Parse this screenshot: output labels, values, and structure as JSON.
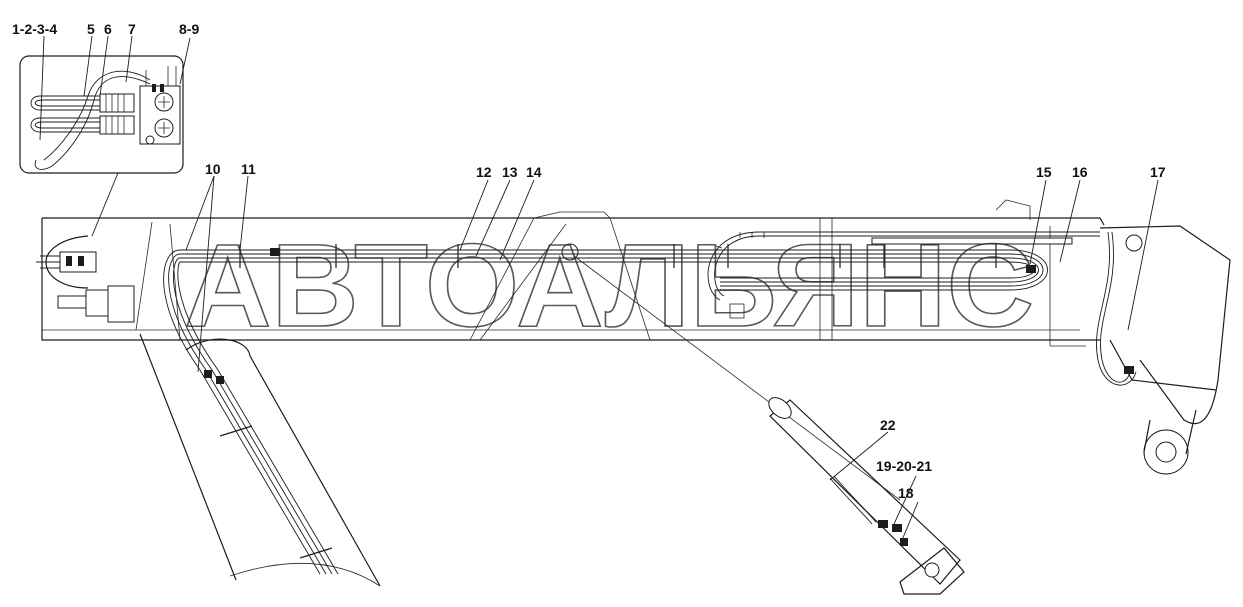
{
  "watermark": "АВТОАЛЬЯНС",
  "callouts": [
    {
      "id": "c-1-2-3-4",
      "text": "1-2-3-4"
    },
    {
      "id": "c-5",
      "text": "5"
    },
    {
      "id": "c-6",
      "text": "6"
    },
    {
      "id": "c-7",
      "text": "7"
    },
    {
      "id": "c-8-9",
      "text": "8-9"
    },
    {
      "id": "c-10",
      "text": "10"
    },
    {
      "id": "c-11",
      "text": "11"
    },
    {
      "id": "c-12",
      "text": "12"
    },
    {
      "id": "c-13",
      "text": "13"
    },
    {
      "id": "c-14",
      "text": "14"
    },
    {
      "id": "c-15",
      "text": "15"
    },
    {
      "id": "c-16",
      "text": "16"
    },
    {
      "id": "c-17",
      "text": "17"
    },
    {
      "id": "c-22",
      "text": "22"
    },
    {
      "id": "c-19-20-21",
      "text": "19-20-21"
    },
    {
      "id": "c-18",
      "text": "18"
    }
  ],
  "colors": {
    "line": "#1c1c1c",
    "background": "#ffffff"
  }
}
